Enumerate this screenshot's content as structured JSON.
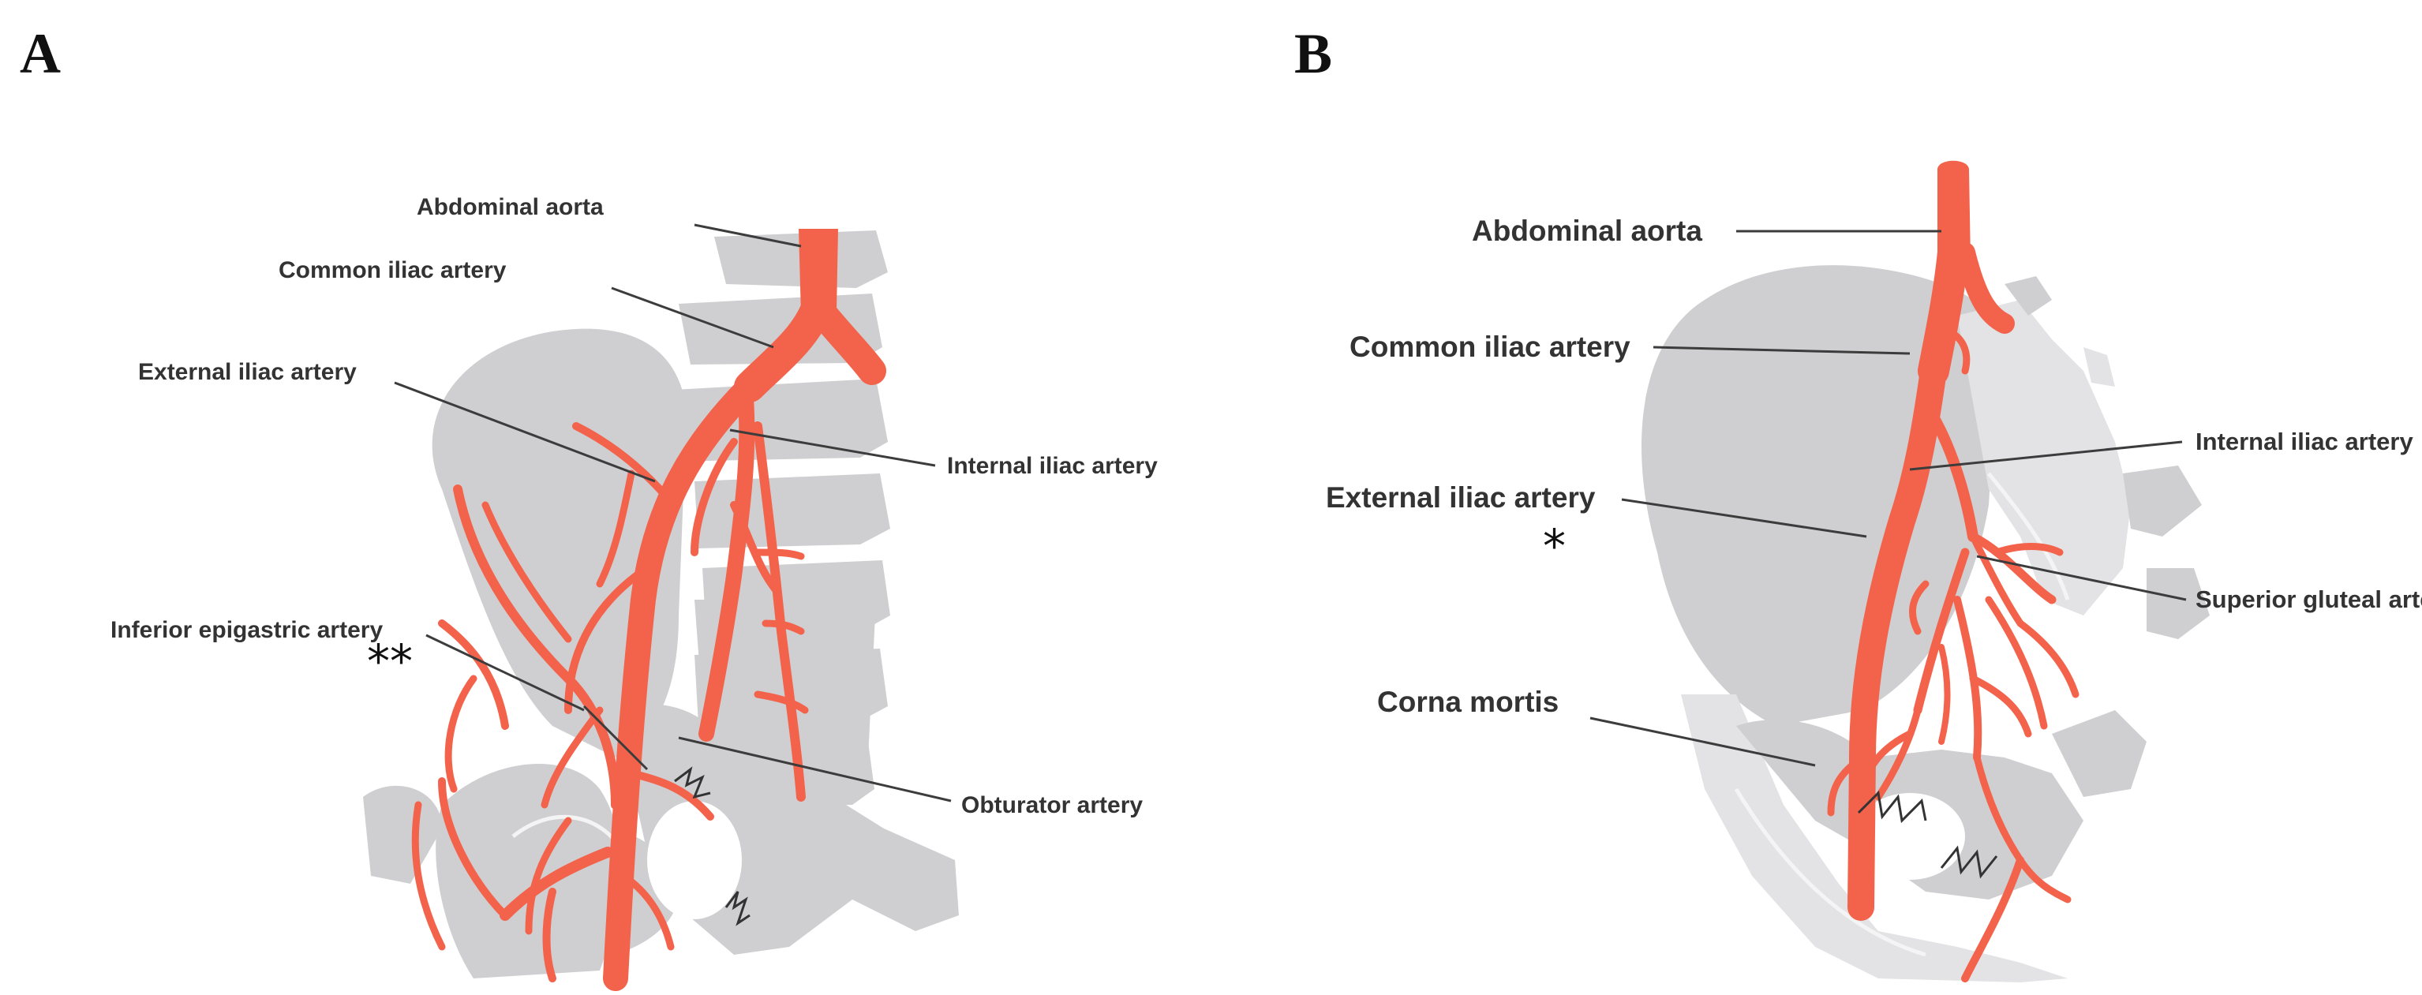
{
  "panels": {
    "A": {
      "letter": "A",
      "labels": {
        "abdominal_aorta": "Abdominal aorta",
        "common_iliac_artery": "Common iliac artery",
        "external_iliac_artery": "External iliac artery",
        "internal_iliac_artery": "Internal iliac artery",
        "inferior_epigastric_artery": "Inferior epigastric artery",
        "obturator_artery": "Obturator artery"
      },
      "marker": "**"
    },
    "B": {
      "letter": "B",
      "labels": {
        "abdominal_aorta": "Abdominal aorta",
        "common_iliac_artery": "Common iliac artery",
        "internal_iliac_artery": "Internal iliac artery",
        "external_iliac_artery": "External iliac artery",
        "superior_gluteal_artery": "Superior gluteal artery",
        "corna_mortis": "Corna mortis"
      },
      "marker": "*"
    }
  },
  "colors": {
    "artery": "#f3634c",
    "bone": "#cfcfd1",
    "label_text": "#333333"
  }
}
